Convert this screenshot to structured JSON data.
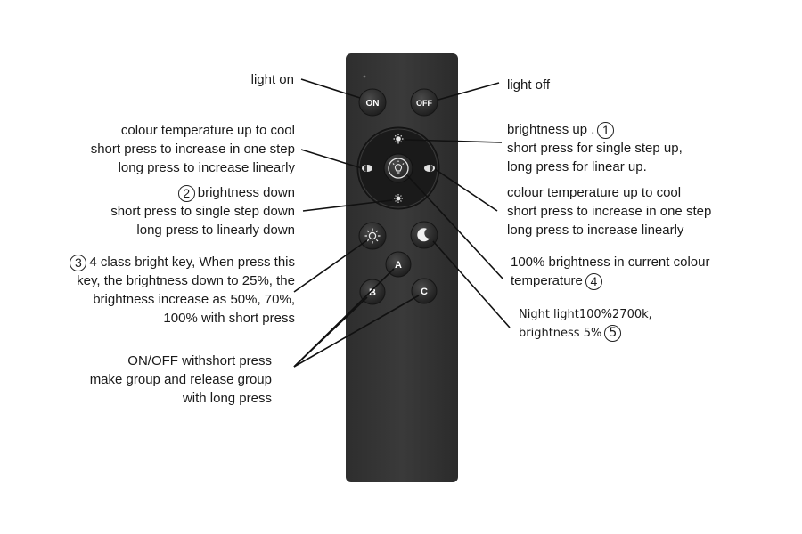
{
  "remote": {
    "buttons": {
      "on": "ON",
      "off": "OFF",
      "group_a": "A",
      "group_b": "B",
      "group_c": "C"
    }
  },
  "labels": {
    "light_on": "light on",
    "light_off": "light off",
    "ct_left": [
      "colour temperature up to cool",
      "short press to increase in one step",
      "long press to increase linearly"
    ],
    "bright_up": {
      "line1": "brightness up .",
      "num": "1",
      "line2": "short press for single step up,",
      "line3": "long press for linear up."
    },
    "bright_down": {
      "num": "2",
      "line1": "brightness down",
      "line2": "short press to single step down",
      "line3": "long press to linearly down"
    },
    "ct_right": [
      "colour temperature up to cool",
      "short press to increase in one step",
      "long press to increase linearly"
    ],
    "four_class": {
      "num": "3",
      "line1": "4 class bright key, When press this",
      "line2": "key, the brightness down to 25%, the",
      "line3": "brightness increase as 50%, 70%,",
      "line4": "100% with short press"
    },
    "full_bright": {
      "line1": "100% brightness in current colour",
      "line2": "temperature",
      "num": "4"
    },
    "night": {
      "line1": "Night light100%2700k,",
      "line2": "brightness 5%",
      "num": "5"
    },
    "group": [
      "ON/OFF withshort press",
      "make group and release group",
      "with long press"
    ]
  }
}
